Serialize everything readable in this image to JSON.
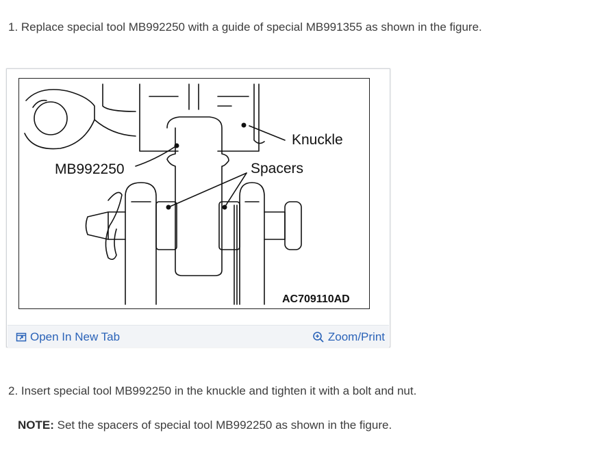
{
  "steps": {
    "step1": "1. Replace special tool MB992250 with a guide of special MB991355 as shown in the figure.",
    "step2": "2. Insert special tool MB992250 in the knuckle and tighten it with a bolt and nut."
  },
  "note": {
    "label": "NOTE:",
    "text": " Set the spacers of special tool MB992250 as shown in the figure."
  },
  "figure": {
    "labels": {
      "knuckle": "Knuckle",
      "tool": "MB992250",
      "spacers": "Spacers",
      "code": "AC709110AD"
    }
  },
  "toolbar": {
    "open_tab": "Open In New Tab",
    "zoom_print": "Zoom/Print",
    "open_tab_icon": "open-new-tab-icon",
    "zoom_icon": "zoom-in-icon",
    "link_color": "#2b63b8"
  }
}
